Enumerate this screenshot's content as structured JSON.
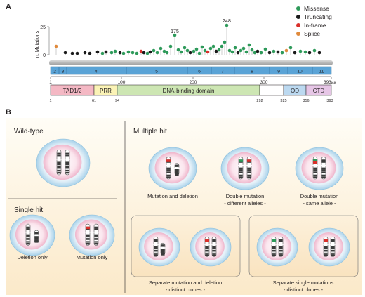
{
  "panel_a": {
    "label": "A",
    "y_axis_label": "n. Mutations",
    "y_ticks": [
      "25",
      "0"
    ],
    "peak_labels": [
      "175",
      "248"
    ],
    "legend": [
      {
        "label": "Missense",
        "color": "#2e9a5a"
      },
      {
        "label": "Truncating",
        "color": "#1a1a1a"
      },
      {
        "label": "In-frame",
        "color": "#d9302b"
      },
      {
        "label": "Splice",
        "color": "#e08a3c"
      }
    ],
    "exons": [
      "2",
      "3",
      "4",
      "5",
      "6",
      "7",
      "8",
      "9",
      "10",
      "11"
    ],
    "axis_ticks": [
      "1",
      "100",
      "200",
      "300",
      "393aa"
    ],
    "domains": [
      {
        "label": "TAD1/2",
        "color": "#f4b8c4"
      },
      {
        "label": "PRR",
        "color": "#fbf3b6"
      },
      {
        "label": "DNA-binding domain",
        "color": "#cde6b3"
      },
      {
        "label": "",
        "color": "#ffffff"
      },
      {
        "label": "OD",
        "color": "#bcd9f0"
      },
      {
        "label": "CTD",
        "color": "#e6c6e6"
      }
    ],
    "domain_boundaries": [
      "1",
      "61",
      "94",
      "292",
      "325",
      "356",
      "393"
    ]
  },
  "panel_b": {
    "label": "B",
    "wild_type_title": "Wild-type",
    "single_hit_title": "Single hit",
    "multiple_hit_title": "Multiple hit",
    "captions": {
      "deletion_only": "Deletion only",
      "mutation_only": "Mutation only",
      "mutation_and_deletion": "Mutation and deletion",
      "double_mutation_diff_1": "Double mutation",
      "double_mutation_diff_2": "- different alleles -",
      "double_mutation_same_1": "Double mutation",
      "double_mutation_same_2": "- same allele -",
      "separate_md_1": "Separate mutation and deletion",
      "separate_md_2": "- distinct clones -",
      "separate_single_1": "Separate single mutations",
      "separate_single_2": "- distinct clones -"
    },
    "colors": {
      "background": "#fdf1dd",
      "cell_outer": "#cfe6f3",
      "cell_inner": "#f6d4e3",
      "mutation_red": "#d9302b",
      "mutation_green": "#2e9a5a"
    }
  }
}
